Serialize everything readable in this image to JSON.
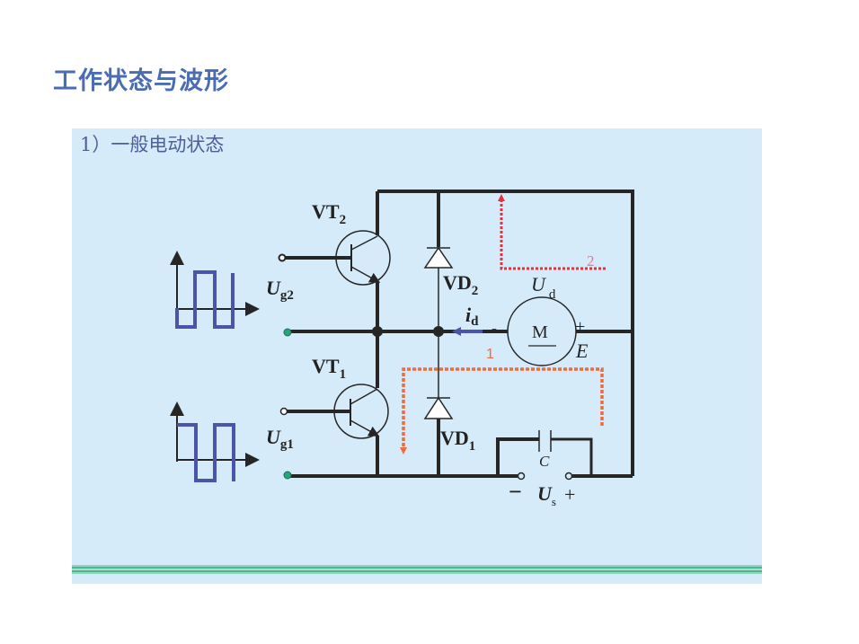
{
  "slide": {
    "title": "工作状态与波形",
    "heading": "1）一般电动状态"
  },
  "colors": {
    "title": "#4a6cb3",
    "panel_bg": "#d6ebf9",
    "wire": "#262626",
    "waveform": "#4b55a8",
    "path1": "#f06a3a",
    "path2": "#e8303a",
    "current_arrow": "#4b55a8",
    "terminal_green": "#2aa37a",
    "stripe_dark": "#4fb594",
    "stripe_light": "#8ed6bd"
  },
  "circuit": {
    "transistor_upper": {
      "name": "VT",
      "sub": "2"
    },
    "transistor_lower": {
      "name": "VT",
      "sub": "1"
    },
    "diode_upper": {
      "name": "VD",
      "sub": "2"
    },
    "diode_lower": {
      "name": "VD",
      "sub": "1"
    },
    "gate_upper": {
      "name": "U",
      "sub": "g2"
    },
    "gate_lower": {
      "name": "U",
      "sub": "g1"
    },
    "motor": {
      "symbol": "M",
      "voltage_name": "U",
      "voltage_sub": "d",
      "emf": "E",
      "minus": "-",
      "plus": "+"
    },
    "current": {
      "name": "i",
      "sub": "d"
    },
    "capacitor": {
      "name": "C"
    },
    "source": {
      "name": "U",
      "sub": "s",
      "minus": "−",
      "plus": "+"
    },
    "path_labels": {
      "path1": "1",
      "path2": "2"
    }
  },
  "waveforms": {
    "upper": {
      "signal": "Ug2",
      "levels": [
        "low",
        "high",
        "low",
        "high"
      ]
    },
    "lower": {
      "signal": "Ug1",
      "levels": [
        "high",
        "low",
        "high",
        "low"
      ]
    }
  }
}
